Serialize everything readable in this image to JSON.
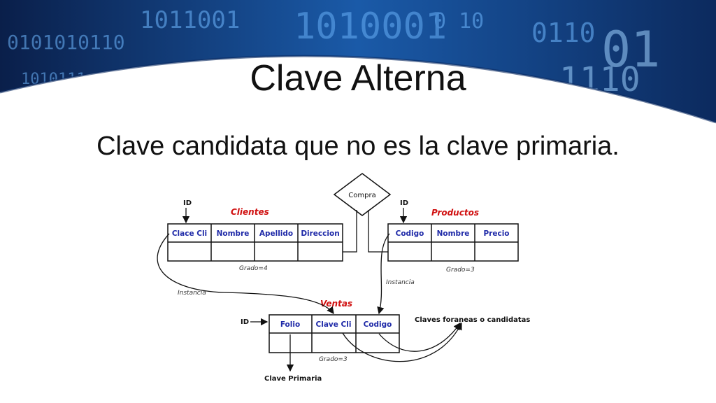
{
  "slide": {
    "title": "Clave Alterna",
    "subtitle": "Clave candidata que no es la clave primaria."
  },
  "diagram": {
    "relationship": "Compra",
    "clientes": {
      "name": "Clientes",
      "columns": [
        "Clace Cli",
        "Nombre",
        "Apellido",
        "Direccion"
      ],
      "degree": "Grado=4",
      "id_label": "ID"
    },
    "productos": {
      "name": "Productos",
      "columns": [
        "Codigo",
        "Nombre",
        "Precio"
      ],
      "degree": "Grado=3",
      "id_label": "ID"
    },
    "ventas": {
      "name": "Ventas",
      "columns": [
        "Folio",
        "Clave Cli",
        "Codigo"
      ],
      "degree": "Grado=3",
      "id_label": "ID"
    },
    "instance_left": "Instancia",
    "instance_right": "Instancia",
    "foreign_keys_label": "Claves foraneas o candidatas",
    "primary_key_label": "Clave Primaria"
  },
  "colors": {
    "banner_dark": "#0a1f4a",
    "banner_light": "#1e6fc0",
    "header_text": "#1f2aa8",
    "entity_name": "#d01010"
  }
}
